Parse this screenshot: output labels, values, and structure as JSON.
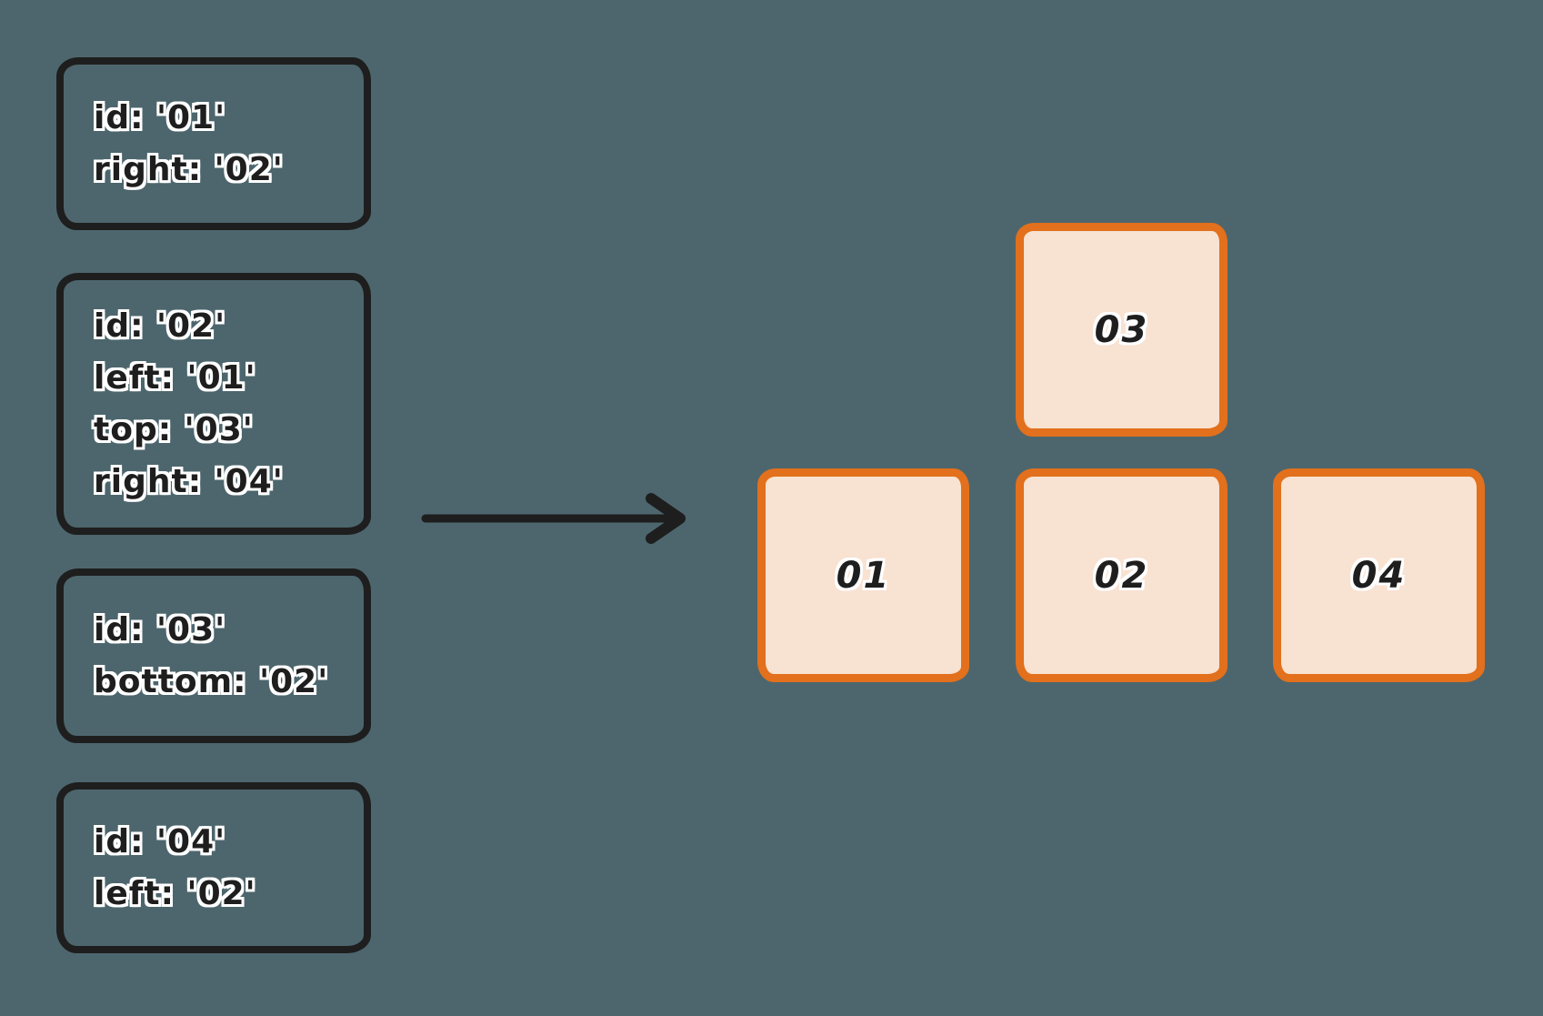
{
  "colors": {
    "canvas-bg": "#4d666d",
    "card-stroke": "#1e1e1e",
    "tile-stroke": "#e2701c",
    "tile-fill": "#f8e2d2",
    "text-dark": "#1e1e1e",
    "text-outline": "#ffffff"
  },
  "cards": [
    {
      "id": "01",
      "lines": [
        "id: '01'",
        "right: '02'"
      ]
    },
    {
      "id": "02",
      "lines": [
        "id: '02'",
        "left: '01'",
        "top: '03'",
        "right: '04'"
      ]
    },
    {
      "id": "03",
      "lines": [
        "id: '03'",
        "bottom: '02'"
      ]
    },
    {
      "id": "04",
      "lines": [
        "id: '04'",
        "left: '02'"
      ]
    }
  ],
  "tiles": [
    {
      "label": "01"
    },
    {
      "label": "02"
    },
    {
      "label": "03"
    },
    {
      "label": "04"
    }
  ]
}
